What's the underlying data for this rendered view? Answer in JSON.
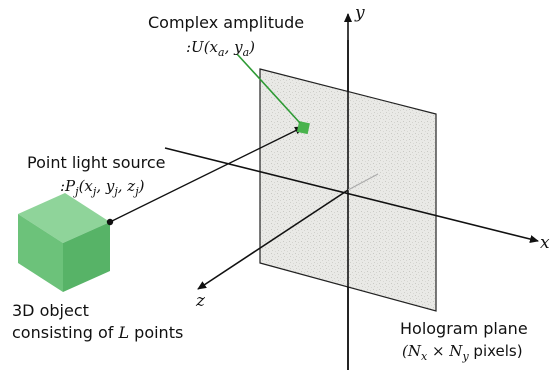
{
  "labels": {
    "complex_amplitude_title": "Complex amplitude",
    "complex_amplitude_expr": ":U(x",
    "point_source_title": "Point light source",
    "point_source_expr": ":P",
    "object_line1": "3D object",
    "object_line2": "consisting of ",
    "object_L": "L",
    "object_line2_end": " points",
    "hologram_title": "Hologram plane",
    "hologram_expr": "(N",
    "axis_x": "x",
    "axis_y": "y",
    "axis_z": "z"
  },
  "colors": {
    "cube_top": "#8fd49a",
    "cube_left": "#6cc27a",
    "cube_right": "#57b367",
    "hologram_fill": "#e9e9e6",
    "pixel_fill": "#49b34d",
    "ray_color": "#2e9a35",
    "line_color": "#111111"
  }
}
